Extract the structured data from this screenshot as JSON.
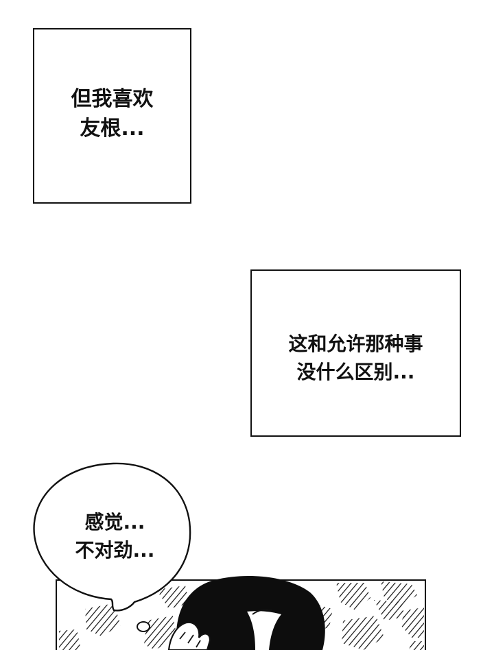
{
  "captions": {
    "box1": {
      "line1": "但我喜欢",
      "line2": "友根..."
    },
    "box2": {
      "line1": "这和允许那种事",
      "line2": "没什么区别..."
    }
  },
  "bubble": {
    "line1": "感觉...",
    "line2": "不对劲..."
  },
  "colors": {
    "ink": "#111111",
    "paper": "#ffffff"
  }
}
